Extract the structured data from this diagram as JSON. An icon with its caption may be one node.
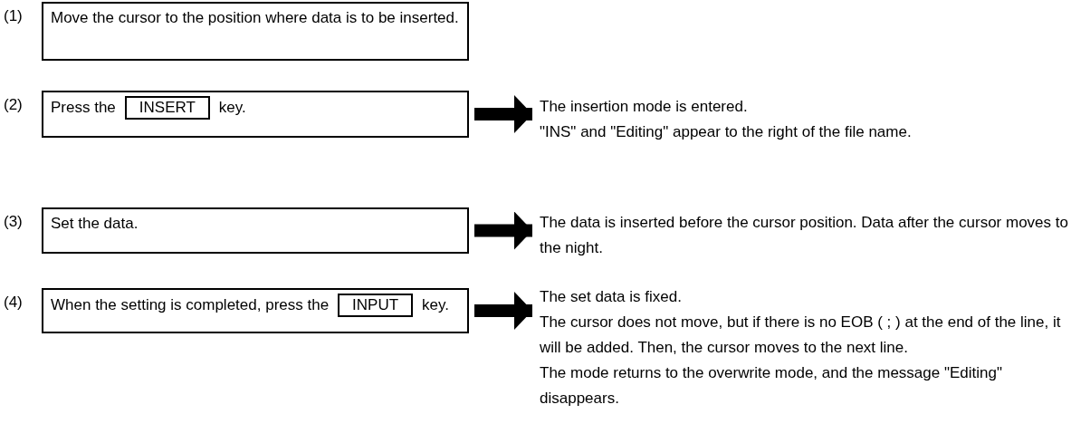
{
  "diagram": {
    "nodes": [
      {
        "text": [
          "Move the cursor to the position where data is to be inserted."
        ],
        "beside": [
          "(1)"
        ]
      },
      {
        "text": [
          "Press the",
          "key."
        ],
        "beside": [
          "(2)"
        ]
      },
      {
        "text": [
          "INSERT"
        ],
        "in": 1
      },
      {
        "text": [
          "The insertion mode is entered.",
          "\"INS\" and \"Editing\" appear to the right of the file name."
        ]
      },
      {
        "text": [
          "Set the data."
        ],
        "beside": [
          "(3)"
        ]
      },
      {
        "text": [
          "The data is inserted before the cursor position. Data after the cursor moves to the night."
        ]
      },
      {
        "text": [
          "When the setting is completed, press the",
          "key."
        ],
        "beside": [
          "(4)"
        ]
      },
      {
        "text": [
          "INPUT"
        ],
        "in": 6
      },
      {
        "text": [
          "The set data is fixed.",
          "The cursor does not move, but if there is no EOB ( ; ) at the end of the line, it will be added. Then, the cursor moves to the next line.",
          "The mode returns to the overwrite mode, and the message \"Editing\" disappears."
        ]
      }
    ],
    "edges": [
      {
        "from": 1,
        "to": 3,
        "arrow": "to"
      },
      {
        "from": 4,
        "to": 5,
        "arrow": "to"
      },
      {
        "from": 6,
        "to": 8,
        "arrow": "to"
      }
    ]
  }
}
